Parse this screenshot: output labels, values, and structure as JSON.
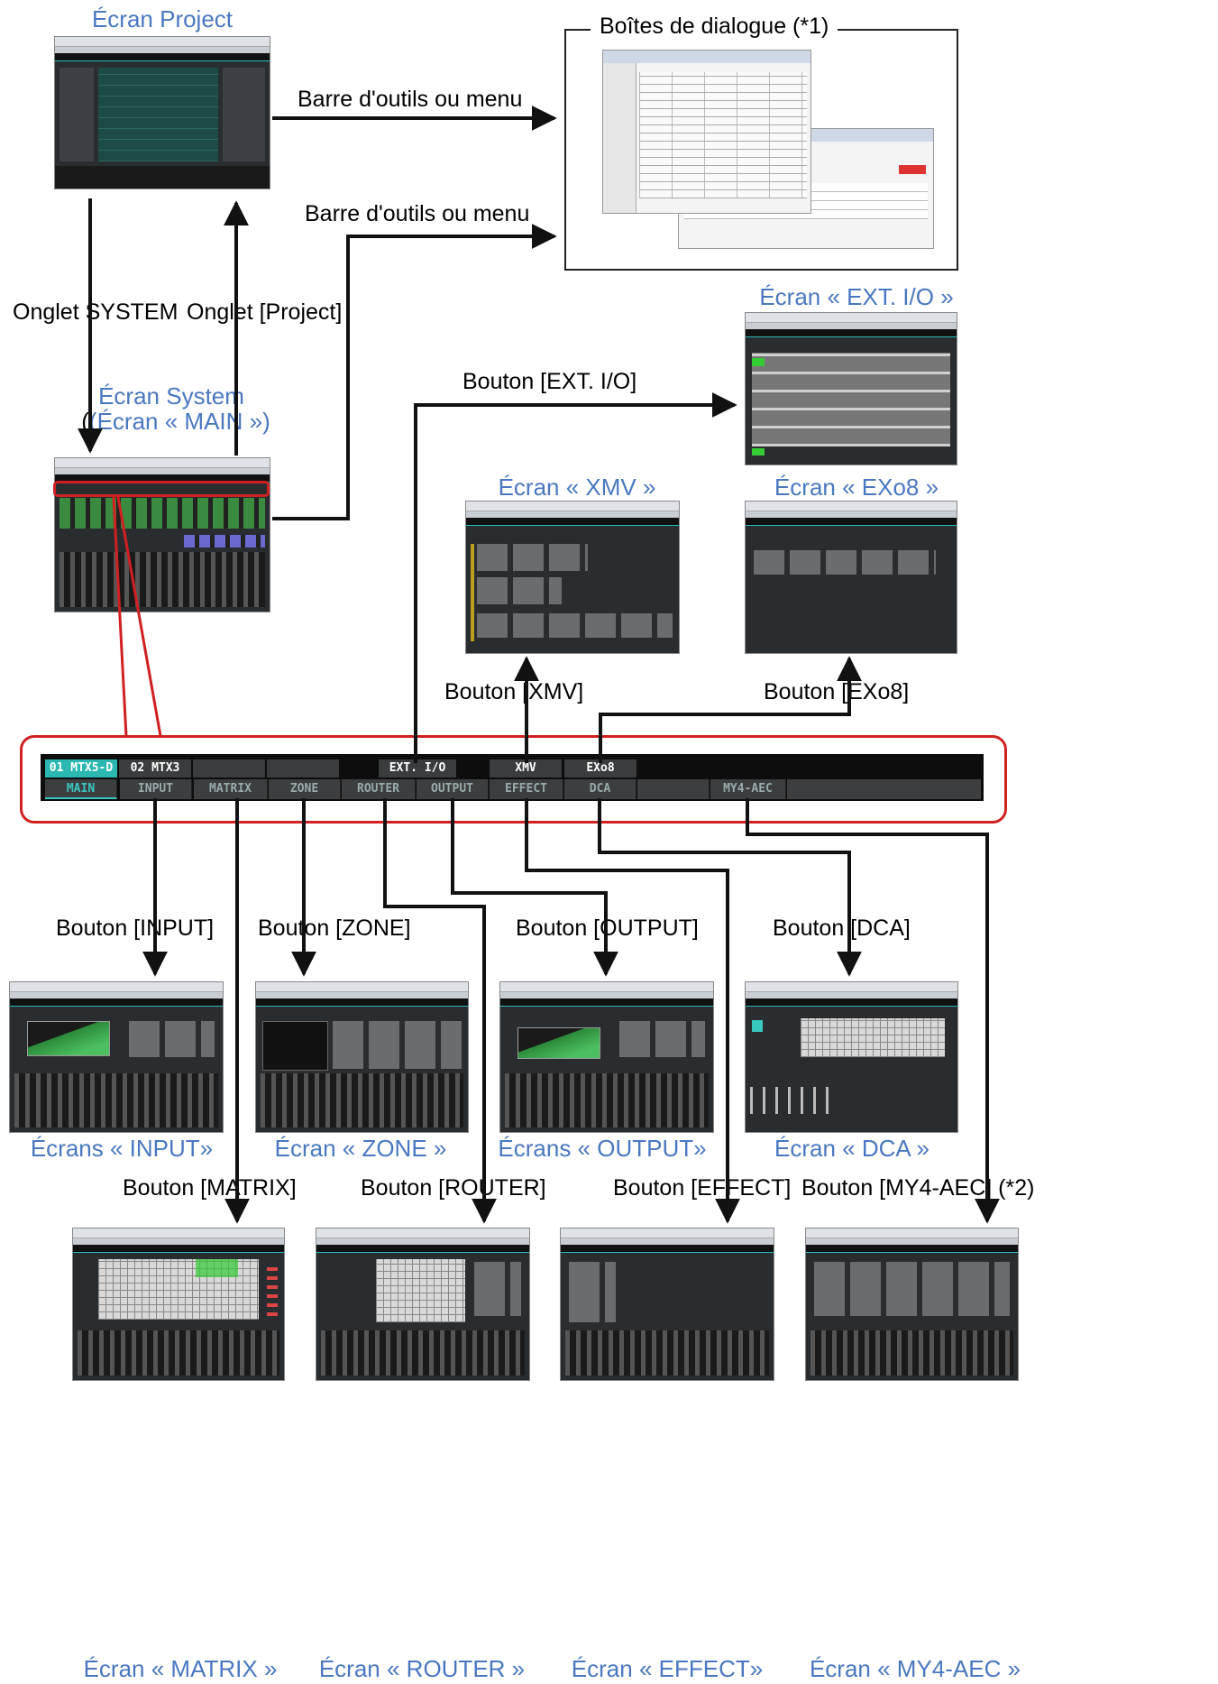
{
  "captions": {
    "project": "Écran Project",
    "system_1": "Écran System",
    "system_2": "(Écran « MAIN »)",
    "extio": "Écran « EXT. I/O »",
    "xmv": "Écran  « XMV »",
    "exo8": "Écran « EXo8 »",
    "input": "Écrans  « INPUT»",
    "zone": "Écran « ZONE »",
    "output": "Écrans  « OUTPUT»",
    "dca": "Écran « DCA »",
    "matrix": "Écran « MATRIX »",
    "router": "Écran « ROUTER »",
    "effect": "Écran  « EFFECT»",
    "my4aec": "Écran « MY4-AEC »"
  },
  "labels": {
    "dialogs": "Boîtes de dialogue (*1)",
    "toolbar_1": "Barre d'outils ou menu",
    "toolbar_2": "Barre d'outils ou menu",
    "tab_system": "Onglet SYSTEM",
    "tab_project": "Onglet [Project]",
    "btn_extio": "Bouton [EXT. I/O]",
    "btn_xmv": "Bouton [XMV]",
    "btn_exo8": "Bouton [EXo8]",
    "btn_input": "Bouton [INPUT]",
    "btn_zone": "Bouton [ZONE]",
    "btn_output": "Bouton [OUTPUT]",
    "btn_dca": "Bouton [DCA]",
    "btn_matrix": "Bouton [MATRIX]",
    "btn_router": "Bouton [ROUTER]",
    "btn_effect": "Bouton [EFFECT]",
    "btn_my4aec": "Bouton [MY4-AEC] (*2)"
  },
  "tab_bar": {
    "devices": [
      "01 MTX5-D",
      "02 MTX3",
      "",
      "",
      "EXT. I/O",
      "XMV",
      "EXo8"
    ],
    "tabs": [
      "MAIN",
      "INPUT",
      "MATRIX",
      "ZONE",
      "ROUTER",
      "OUTPUT",
      "EFFECT",
      "DCA",
      "",
      "MY4-AEC"
    ],
    "selected_tab": "MAIN",
    "selected_device": "01 MTX5-D"
  },
  "colors": {
    "caption_blue": "#4a78c0",
    "highlight_red": "#d02020",
    "tab_accent": "#39c8c0",
    "arrow": "#111111"
  }
}
